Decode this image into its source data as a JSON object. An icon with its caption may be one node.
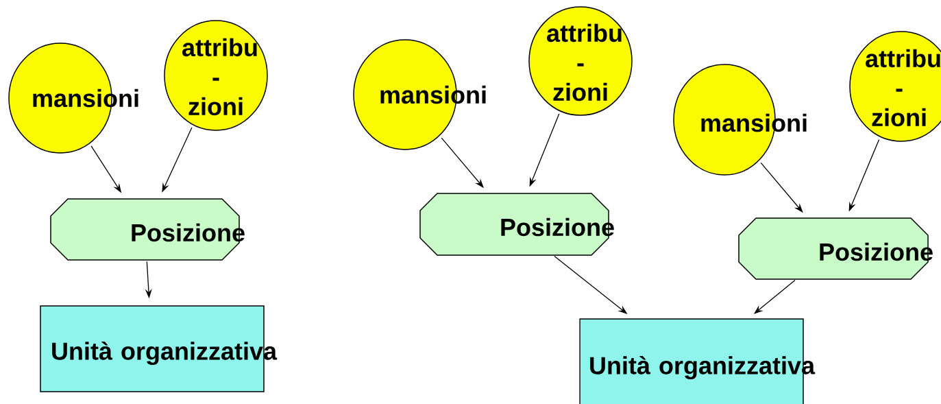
{
  "diagram": {
    "nodes": [
      {
        "text": [
          "mansioni"
        ]
      },
      {
        "text": [
          "attribu - zioni"
        ]
      },
      {
        "text": [
          "Posizione"
        ]
      },
      {
        "text": [
          "Unità organizzativa"
        ]
      },
      {
        "text": [
          "mansioni"
        ]
      },
      {
        "text": [
          "attribu - zioni"
        ]
      },
      {
        "text": [
          "mansioni"
        ]
      },
      {
        "text": [
          "attribu - zioni"
        ]
      },
      {
        "text": [
          "Posizione"
        ]
      },
      {
        "text": [
          "Posizione"
        ]
      },
      {
        "text": [
          "Unità organizzativa"
        ]
      }
    ],
    "edges": [
      {
        "from": 0,
        "to": 2,
        "arrow": "to"
      },
      {
        "from": 1,
        "to": 2,
        "arrow": "to"
      },
      {
        "from": 2,
        "to": 3,
        "arrow": "to"
      },
      {
        "from": 4,
        "to": 8,
        "arrow": "to"
      },
      {
        "from": 5,
        "to": 8,
        "arrow": "to"
      },
      {
        "from": 6,
        "to": 9,
        "arrow": "to"
      },
      {
        "from": 7,
        "to": 9,
        "arrow": "to"
      },
      {
        "from": 8,
        "to": 10,
        "arrow": "to"
      },
      {
        "from": 9,
        "to": 10,
        "arrow": "to"
      }
    ]
  }
}
